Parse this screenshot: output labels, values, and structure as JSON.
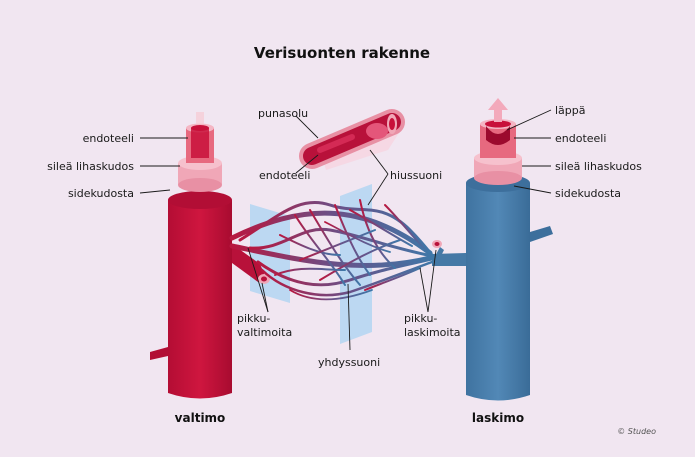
{
  "title": "Verisuonten rakenne",
  "labels": {
    "artery_endothelium": "endoteeli",
    "artery_smooth_muscle": "sileä lihaskudos",
    "artery_connective": "sidekudosta",
    "red_cell": "punasolu",
    "capillary_endothelium": "endoteeli",
    "capillary": "hiussuoni",
    "arterioles_1": "pikku-",
    "arterioles_2": "valtimoita",
    "connecting_vessel": "yhdyssuoni",
    "venules_1": "pikku-",
    "venules_2": "laskimoita",
    "valve": "läppä",
    "vein_endothelium": "endoteeli",
    "vein_smooth_muscle": "sileä lihaskudos",
    "vein_connective": "sidekudosta",
    "artery": "valtimo",
    "vein": "laskimo"
  },
  "credit": "© Studeo",
  "colors": {
    "background": "#f1e6f1",
    "artery": "#c8103a",
    "vein": "#4a80ad",
    "muscle_layer": "#f0a7b7",
    "endothelium": "#e2576e",
    "capillary_mid": "#6a5080"
  }
}
